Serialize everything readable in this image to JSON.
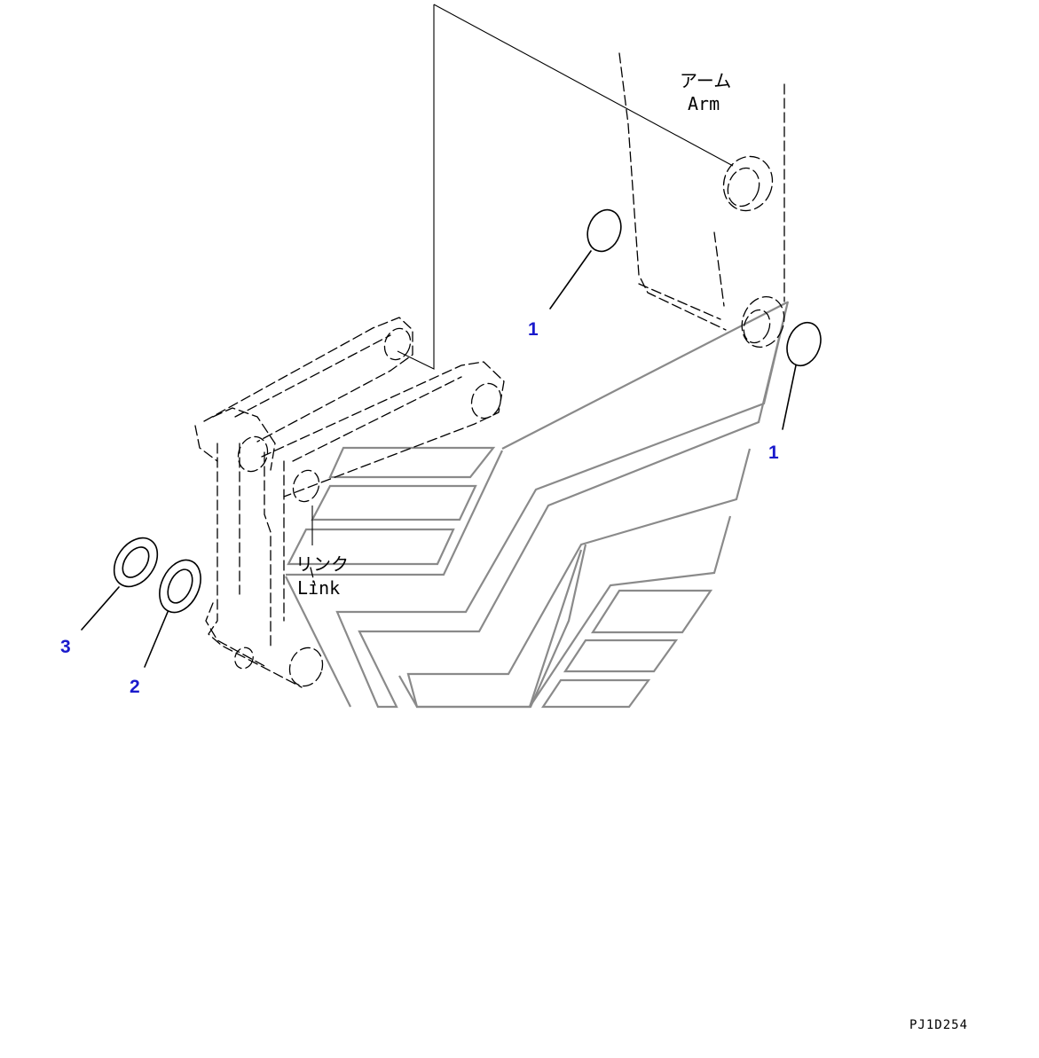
{
  "labels": {
    "arm_jp": "アーム",
    "arm_en": "Arm",
    "link_jp": "リンク",
    "link_en": "Link"
  },
  "callouts": [
    {
      "number": "1"
    },
    {
      "number": "1"
    },
    {
      "number": "2"
    },
    {
      "number": "3"
    }
  ],
  "drawing_code": "PJ1D254",
  "colors": {
    "callout": "#1a1acc",
    "outline": "#000000",
    "watermark": "#8a8a8a"
  }
}
